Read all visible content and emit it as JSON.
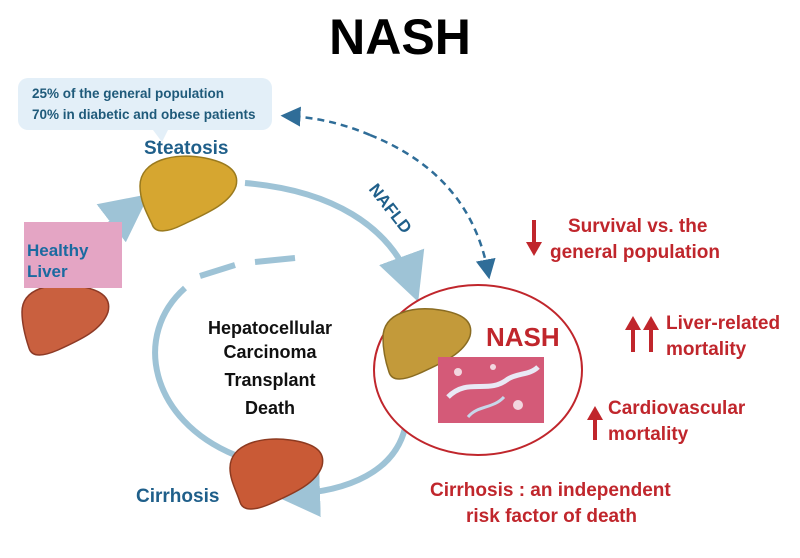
{
  "title": "NASH",
  "bubble": {
    "line1": "25% of the general population",
    "line2": "70% in diabetic and obese patients"
  },
  "stages": {
    "steatosis": "Steatosis",
    "healthy_line1": "Healthy",
    "healthy_line2": "Liver",
    "nafld": "NAFLD",
    "nash": "NASH",
    "cirrhosis": "Cirrhosis"
  },
  "outcomes": [
    "Hepatocellular",
    "Carcinoma",
    "Transplant",
    "Death"
  ],
  "effects": {
    "survival_line1": "Survival vs. the",
    "survival_line2": "general population",
    "liver_line1": "Liver-related",
    "liver_line2": "mortality",
    "cardio_line1": "Cardiovascular",
    "cardio_line2": "mortality",
    "cirrhosis_line1": "Cirrhosis : an independent",
    "cirrhosis_line2": "risk factor of death"
  },
  "colors": {
    "red": "#c0262c",
    "blue": "#1f5f8a",
    "arrow": "#9ec3d6",
    "dashed": "#2f6d98"
  }
}
